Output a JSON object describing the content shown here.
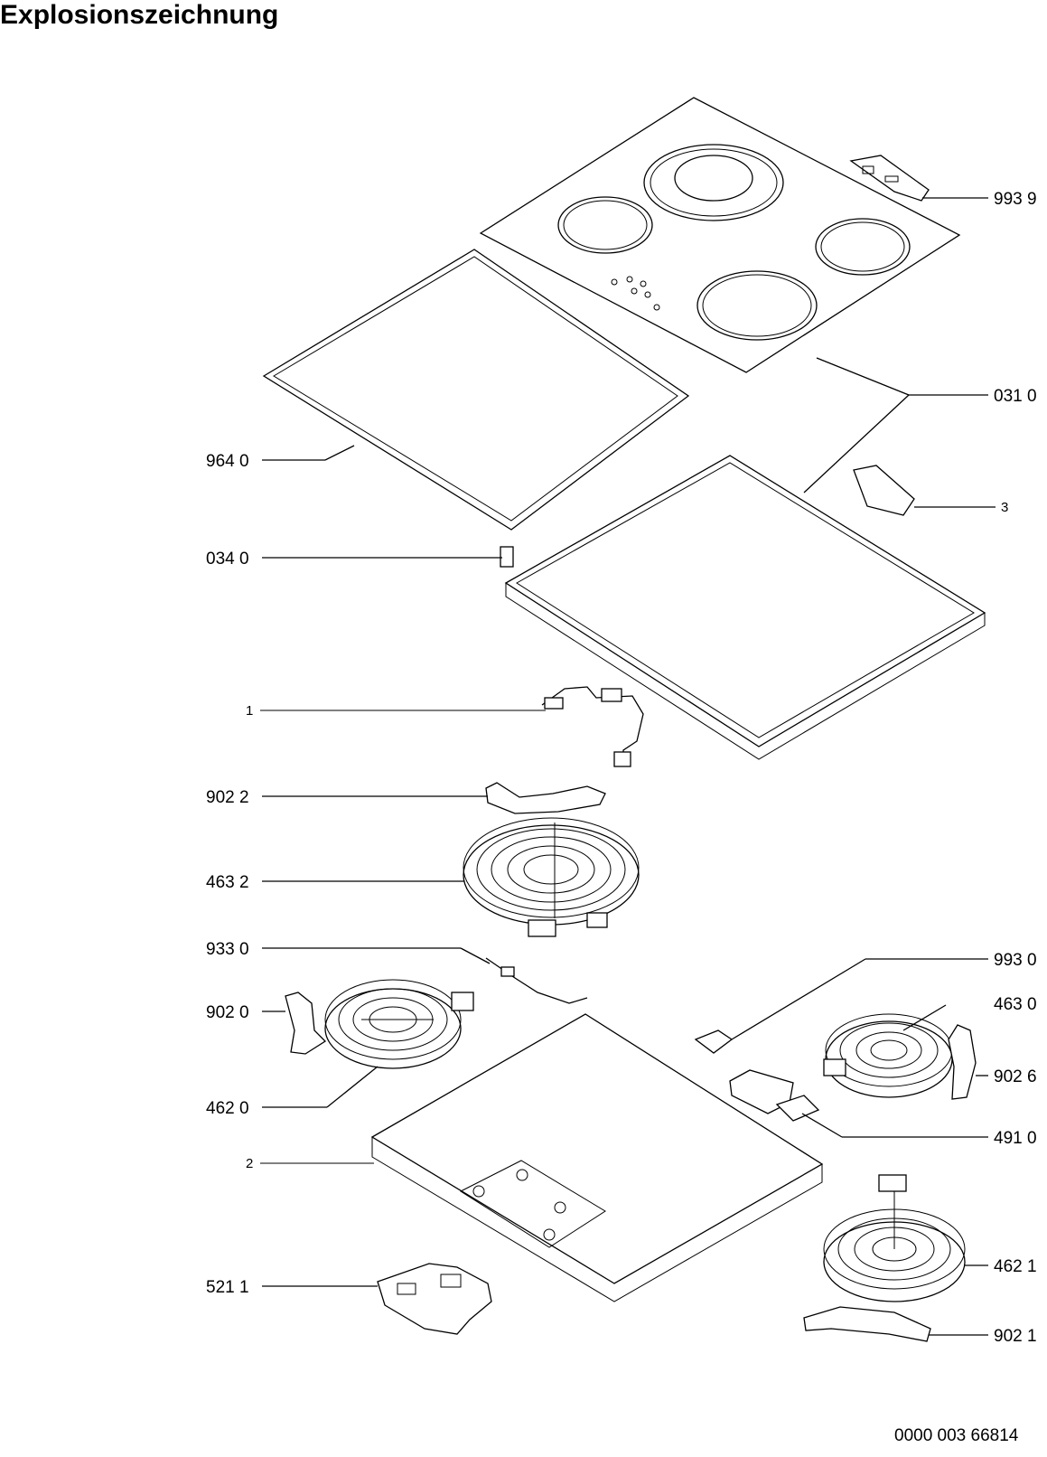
{
  "title": "Explosionszeichnung",
  "document_number": "0000 003 66814",
  "callouts": [
    {
      "id": "c9939",
      "text": "993 9"
    },
    {
      "id": "c0310",
      "text": "031 0"
    },
    {
      "id": "c9640",
      "text": "964 0"
    },
    {
      "id": "c3",
      "text": "3"
    },
    {
      "id": "c0340",
      "text": "034 0"
    },
    {
      "id": "c1",
      "text": "1"
    },
    {
      "id": "c9022",
      "text": "902 2"
    },
    {
      "id": "c4632",
      "text": "463 2"
    },
    {
      "id": "c9330",
      "text": "933 0"
    },
    {
      "id": "c9930",
      "text": "993 0"
    },
    {
      "id": "c9020",
      "text": "902 0"
    },
    {
      "id": "c4630",
      "text": "463 0"
    },
    {
      "id": "c9026",
      "text": "902 6"
    },
    {
      "id": "c4620",
      "text": "462 0"
    },
    {
      "id": "c4910",
      "text": "491 0"
    },
    {
      "id": "c2",
      "text": "2"
    },
    {
      "id": "c4621",
      "text": "462 1"
    },
    {
      "id": "c5211",
      "text": "521 1"
    },
    {
      "id": "c9021",
      "text": "902 1"
    }
  ]
}
